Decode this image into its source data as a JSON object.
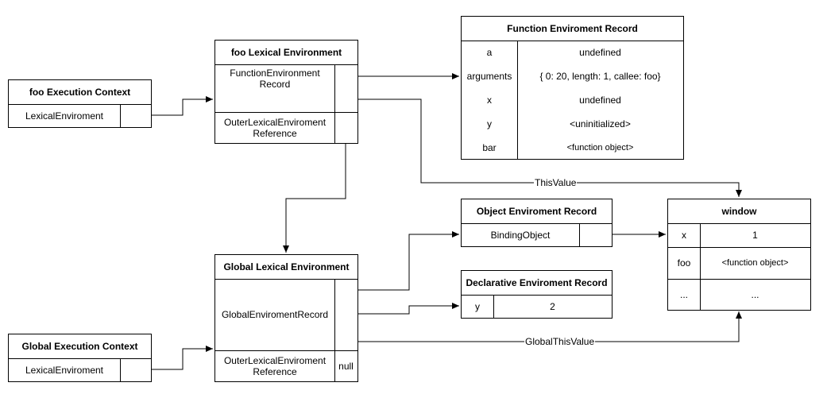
{
  "foo_context": {
    "title": "foo Execution Context",
    "row": "LexicalEnviroment"
  },
  "global_context": {
    "title": "Global Execution Context",
    "row": "LexicalEnviroment"
  },
  "foo_lexenv": {
    "title": "foo Lexical Environment",
    "record_line1": "FunctionEnvironment",
    "record_line2": "Record",
    "outer_line1": "OuterLexicalEnviroment",
    "outer_line2": "Reference"
  },
  "global_lexenv": {
    "title": "Global Lexical Environment",
    "record": "GlobalEnviromentRecord",
    "outer_line1": "OuterLexicalEnviroment",
    "outer_line2": "Reference",
    "outer_value": "null"
  },
  "function_record": {
    "title": "Function Enviroment Record",
    "rows": [
      {
        "key": "a",
        "value": "undefined"
      },
      {
        "key": "arguments",
        "value": "{ 0: 20, length: 1, callee: foo}"
      },
      {
        "key": "x",
        "value": "undefined"
      },
      {
        "key": "y",
        "value": "<uninitialized>"
      },
      {
        "key": "bar",
        "value": "<function object>"
      }
    ]
  },
  "object_record": {
    "title": "Object Enviroment Record",
    "row": "BindingObject"
  },
  "declarative_record": {
    "title": "Declarative Enviroment Record",
    "key": "y",
    "value": "2"
  },
  "window": {
    "title": "window",
    "rows": [
      {
        "key": "x",
        "value": "1"
      },
      {
        "key": "foo",
        "value": "<function object>"
      },
      {
        "key": "...",
        "value": "..."
      }
    ]
  },
  "labels": {
    "this_value": "ThisValue",
    "global_this_value": "GlobalThisValue"
  }
}
